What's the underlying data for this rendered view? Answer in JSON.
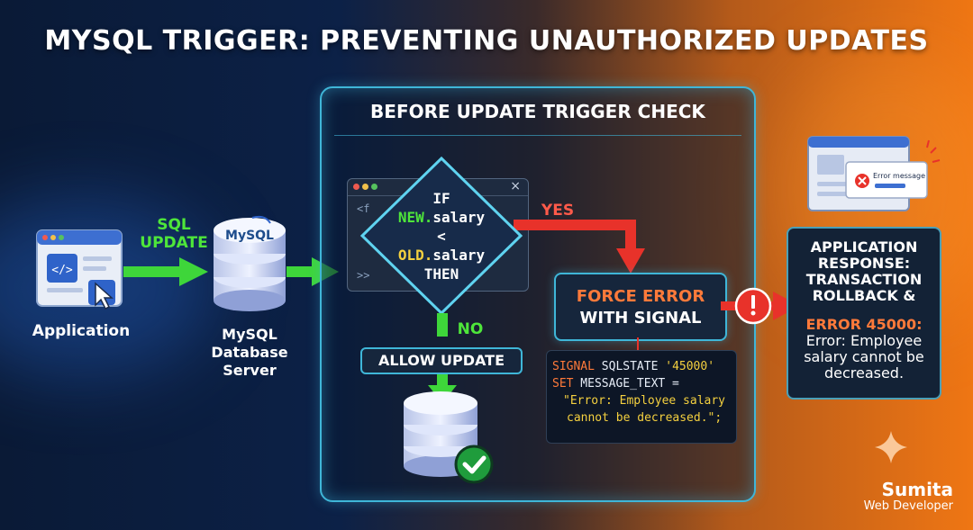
{
  "title": "MYSQL TRIGGER: PREVENTING UNAUTHORIZED UPDATES",
  "application": {
    "label": "Application"
  },
  "arrow1": {
    "line1": "SQL",
    "line2": "UPDATE"
  },
  "server": {
    "logo": "MySQL",
    "line1": "MySQL",
    "line2": "Database",
    "line3": "Server"
  },
  "panel": {
    "title": "BEFORE UPDATE TRIGGER CHECK"
  },
  "editor": {
    "close": "×",
    "prompt_top": "<f",
    "prompt_bottom": ">>"
  },
  "diamond": {
    "line1": "IF",
    "new_kw": "NEW.",
    "new_field": "salary",
    "op": "<",
    "old_kw": "OLD.",
    "old_field": "salary",
    "line4": "THEN"
  },
  "yes_label": "YES",
  "no_label": "NO",
  "allow_update": "ALLOW UPDATE",
  "force": {
    "line1": "FORCE ERROR",
    "line2": "WITH SIGNAL"
  },
  "code": {
    "l1_kw": "SIGNAL",
    "l1_mid": " SQLSTATE ",
    "l1_val": "'45000'",
    "l2_kw": "SET",
    "l2_rest": " MESSAGE_TEXT =",
    "l3": "\"Error: Employee salary",
    "l4": "cannot be decreased.\";"
  },
  "error_popup": {
    "text": "Error message"
  },
  "response": {
    "l1": "APPLICATION",
    "l2": "RESPONSE:",
    "l3": "TRANSACTION",
    "l4": "ROLLBACK &",
    "err_code": "ERROR 45000:",
    "m1": "Error: Employee",
    "m2": "salary cannot be",
    "m3": "decreased."
  },
  "brand": {
    "name": "Sumita",
    "role": "Web Developer"
  },
  "colors": {
    "green": "#4ee63a",
    "red": "#e8322a",
    "cyan": "#3fb6d8",
    "orange": "#ef7614",
    "yellow": "#f4d03f"
  }
}
